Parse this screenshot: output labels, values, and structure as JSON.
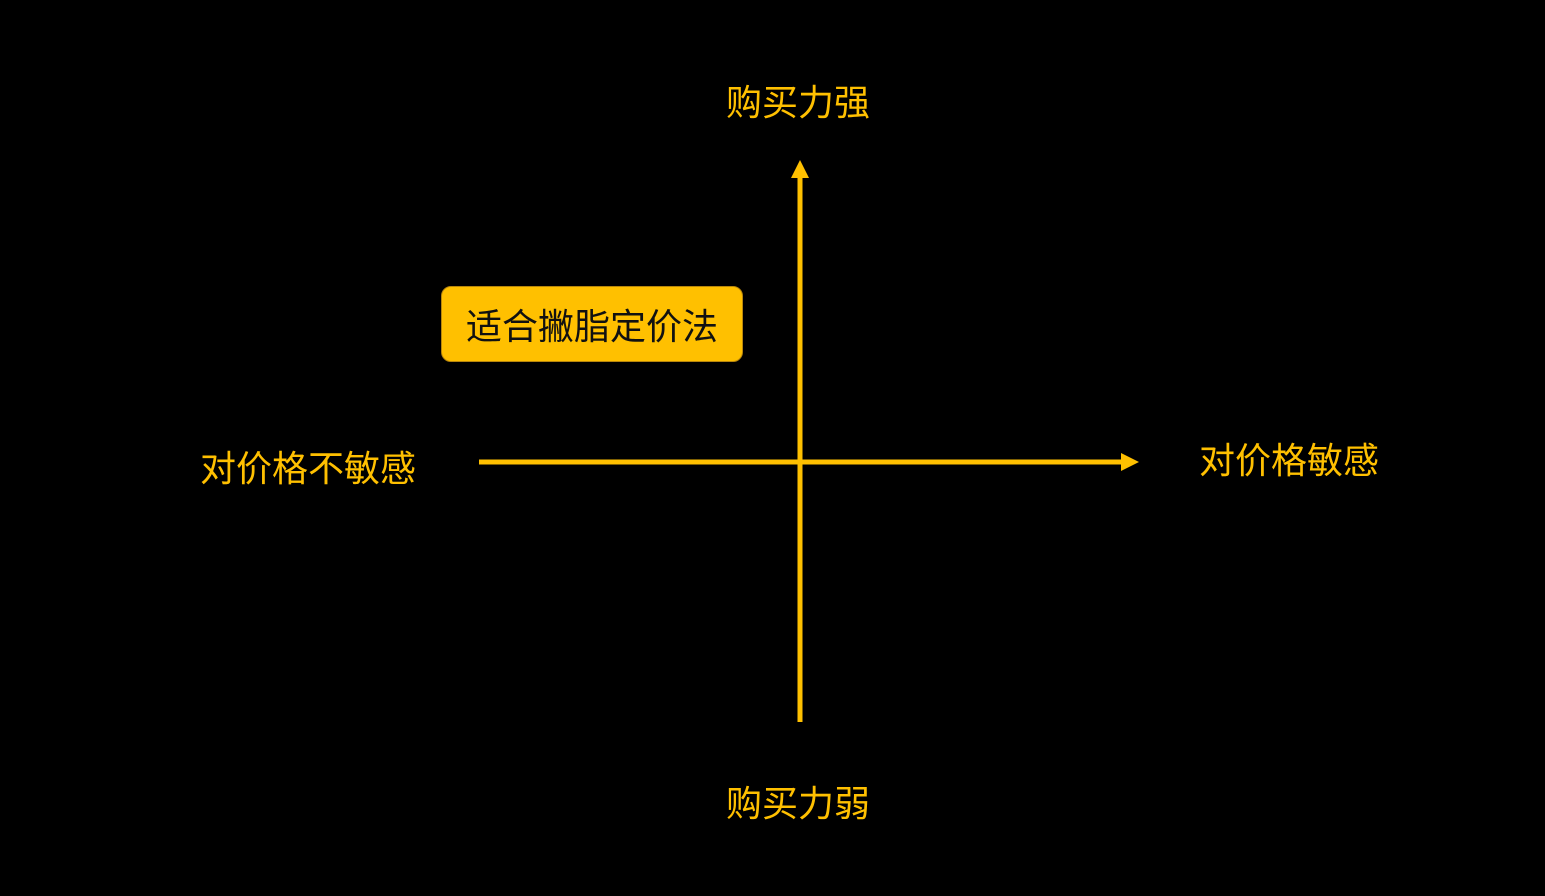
{
  "colors": {
    "background": "#000000",
    "accent": "#FFC000",
    "callout_text": "#111111"
  },
  "axes": {
    "top_label": "购买力强",
    "bottom_label": "购买力弱",
    "left_label": "对价格不敏感",
    "right_label": "对价格敏感"
  },
  "callout": {
    "text": "适合撇脂定价法"
  }
}
